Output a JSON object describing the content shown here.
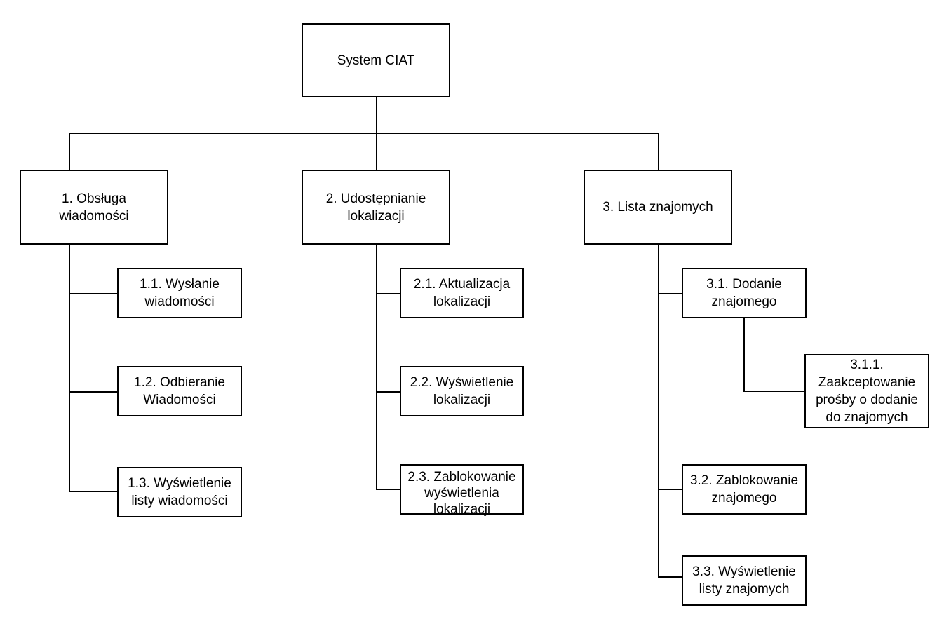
{
  "diagram": {
    "root": {
      "label": "System CIAT"
    },
    "branches": [
      {
        "label": "1. Obsługa\nwiadomości",
        "children": [
          {
            "label": "1.1. Wysłanie\nwiadomości"
          },
          {
            "label": "1.2. Odbieranie\nWiadomości"
          },
          {
            "label": "1.3. Wyświetlenie\nlisty wiadomości"
          }
        ]
      },
      {
        "label": "2. Udostępnianie\nlokalizacji",
        "children": [
          {
            "label": "2.1. Aktualizacja\nlokalizacji"
          },
          {
            "label": "2.2. Wyświetlenie\nlokalizacji"
          },
          {
            "label": "2.3. Zablokowanie\nwyświetlenia\nlokalizacji"
          }
        ]
      },
      {
        "label": "3. Lista znajomych",
        "children": [
          {
            "label": "3.1. Dodanie\nznajomego",
            "children": [
              {
                "label": "3.1.1.\nZaakceptowanie\nprośby o dodanie\ndo znajomych"
              }
            ]
          },
          {
            "label": "3.2. Zablokowanie\nznajomego"
          },
          {
            "label": "3.3. Wyświetlenie\nlisty znajomych"
          }
        ]
      }
    ]
  }
}
